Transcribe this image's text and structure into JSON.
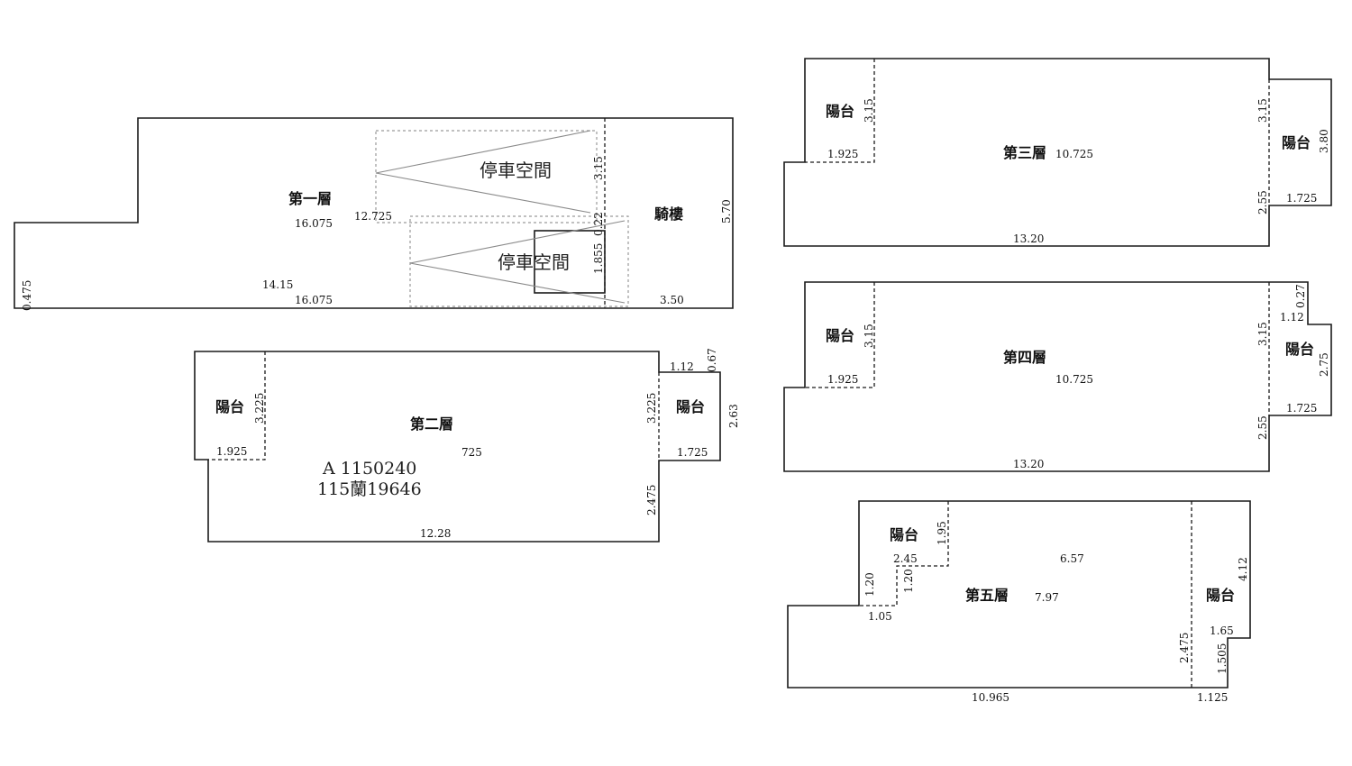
{
  "floor1": {
    "title": "第一層",
    "dims": [
      "16.075",
      "12.725",
      "14.15",
      "16.075",
      "0.475",
      "5.70",
      "3.50",
      "3.15",
      "0.22",
      "1.855"
    ],
    "parking_label": "停車空間",
    "arcade_label": "騎樓"
  },
  "floor2": {
    "title": "第二層",
    "balcony": "陽台",
    "dims": [
      "725",
      "12.28",
      "3.225",
      "1.925",
      "1.12",
      "0.67",
      "3.225",
      "2.63",
      "1.725",
      "2.475"
    ]
  },
  "floor3": {
    "title": "第三層",
    "balcony": "陽台",
    "dims": [
      "10.725",
      "13.20",
      "3.15",
      "1.925",
      "3.15",
      "3.80",
      "2.55",
      "1.725"
    ]
  },
  "floor4": {
    "title": "第四層",
    "balcony": "陽台",
    "dims": [
      "10.725",
      "13.20",
      "3.15",
      "1.925",
      "3.15",
      "0.27",
      "1.12",
      "2.75",
      "2.55",
      "1.725"
    ]
  },
  "floor5": {
    "title": "第五層",
    "balcony": "陽台",
    "dims": [
      "6.57",
      "7.97",
      "1.95",
      "2.45",
      "1.20",
      "1.20",
      "1.05",
      "4.12",
      "1.65",
      "2.475",
      "1.505",
      "10.965",
      "1.125"
    ]
  },
  "stamp": {
    "line1": "A 1150240",
    "line2": "115蘭19646"
  }
}
